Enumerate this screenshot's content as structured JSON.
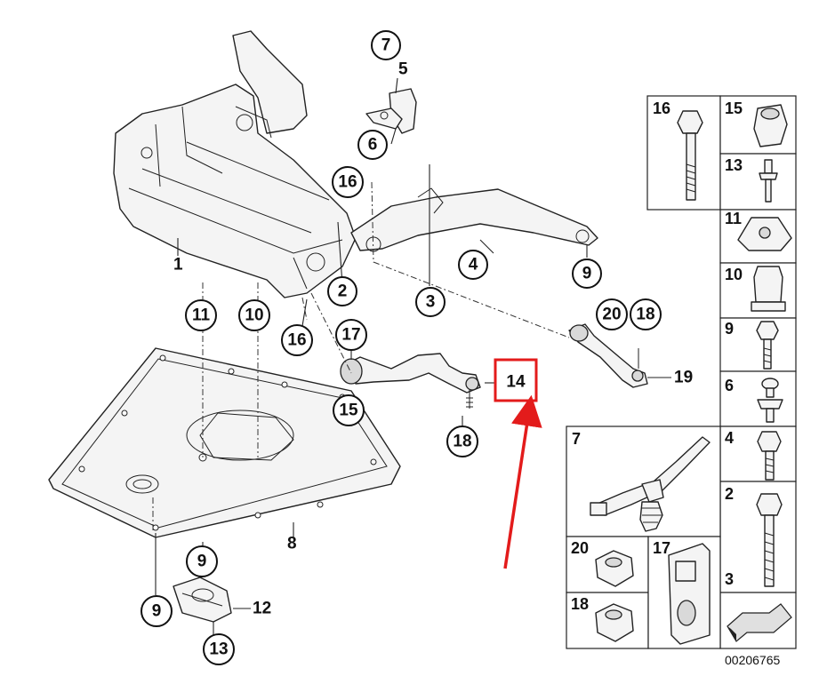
{
  "callouts": {
    "c7_top": "7",
    "c5": "5",
    "c6": "6",
    "c16_a": "16",
    "c1": "1",
    "c4": "4",
    "c9_right": "9",
    "c2": "2",
    "c3": "3",
    "c11": "11",
    "c10": "10",
    "c16_b": "16",
    "c17": "17",
    "c20": "20",
    "c18_a": "18",
    "c19": "19",
    "c14": "14",
    "c15": "15",
    "c18_b": "18",
    "c8": "8",
    "c9_bottom_a": "9",
    "c9_bottom_b": "9",
    "c12": "12",
    "c13": "13"
  },
  "panel": {
    "p16": "16",
    "p15": "15",
    "p13": "13",
    "p11": "11",
    "p10": "10",
    "p9": "9",
    "p6": "6",
    "p4": "4",
    "p2": "2",
    "p3": "3",
    "p7": "7",
    "p20": "20",
    "p17": "17",
    "p18": "18"
  },
  "document_number": "00206765",
  "colors": {
    "highlight": "#e31b1b",
    "ink": "#111111",
    "part_fill": "#f4f4f4"
  }
}
